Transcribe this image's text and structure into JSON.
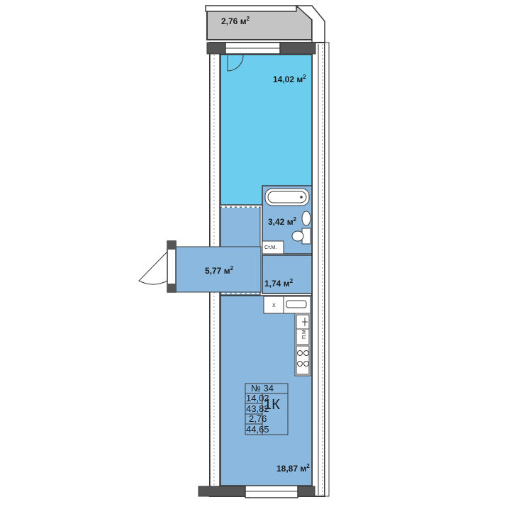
{
  "rooms": {
    "balcony": {
      "area": "2,76 м",
      "sup": "2"
    },
    "room": {
      "area": "14,02 м",
      "sup": "2"
    },
    "bathroom": {
      "area": "3,42 м",
      "sup": "2"
    },
    "hall": {
      "area": "5,77 м",
      "sup": "2"
    },
    "storage": {
      "area": "1,74 м",
      "sup": "2"
    },
    "kitchen": {
      "area": "18,87 м",
      "sup": "2"
    }
  },
  "fixtures": {
    "washer_label": "Ст.М.",
    "dishwasher_label": "П.М",
    "fridge_label": "Х"
  },
  "apartment_table": {
    "number": "№ 34",
    "living_area": "14,02",
    "total_area": "43,82",
    "balcony_area": "2,76",
    "total_with_balcony": "44,65",
    "type": "1К"
  },
  "colors": {
    "room_blue": "#6dcdee",
    "kitchen_blue": "#8ab8df",
    "balcony_gray": "#c4c4c4",
    "wall": "#3a3a3a"
  }
}
